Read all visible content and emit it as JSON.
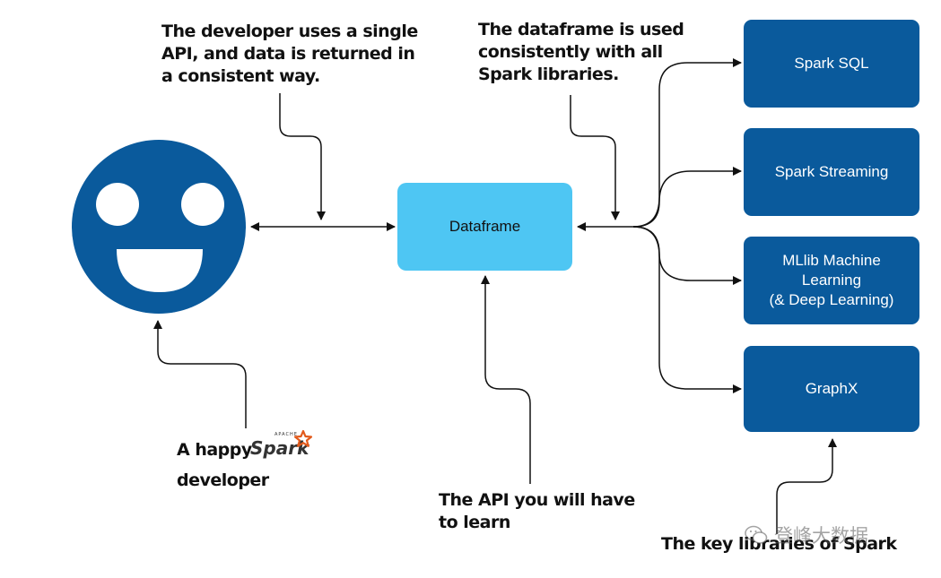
{
  "colors": {
    "library_box": "#0a5a9c",
    "dataframe_box": "#4ec6f3",
    "face": "#0a5a9c",
    "spark_star": "#e25a1c",
    "arrow": "#111111"
  },
  "annotations": {
    "single_api": [
      "The developer uses a single",
      "API, and data is returned in",
      "a consistent way."
    ],
    "dataframe_consistent": [
      "The dataframe is used",
      "consistently with all",
      "Spark libraries."
    ],
    "happy_developer_prefix": "A happy",
    "happy_developer_suffix": "developer",
    "api_to_learn": [
      "The API you will have",
      "to learn"
    ],
    "key_libraries": "The key libraries of Spark"
  },
  "spark_logo": {
    "brand": "Spark",
    "small_text": "APACHE"
  },
  "dataframe": {
    "label": "Dataframe"
  },
  "libraries": [
    {
      "lines": [
        "Spark SQL"
      ]
    },
    {
      "lines": [
        "Spark Streaming"
      ]
    },
    {
      "lines": [
        "MLlib Machine",
        "Learning",
        "(& Deep Learning)"
      ]
    },
    {
      "lines": [
        "GraphX"
      ]
    }
  ],
  "watermark": {
    "icon": "wechat-icon",
    "text": "登峰大数据"
  }
}
